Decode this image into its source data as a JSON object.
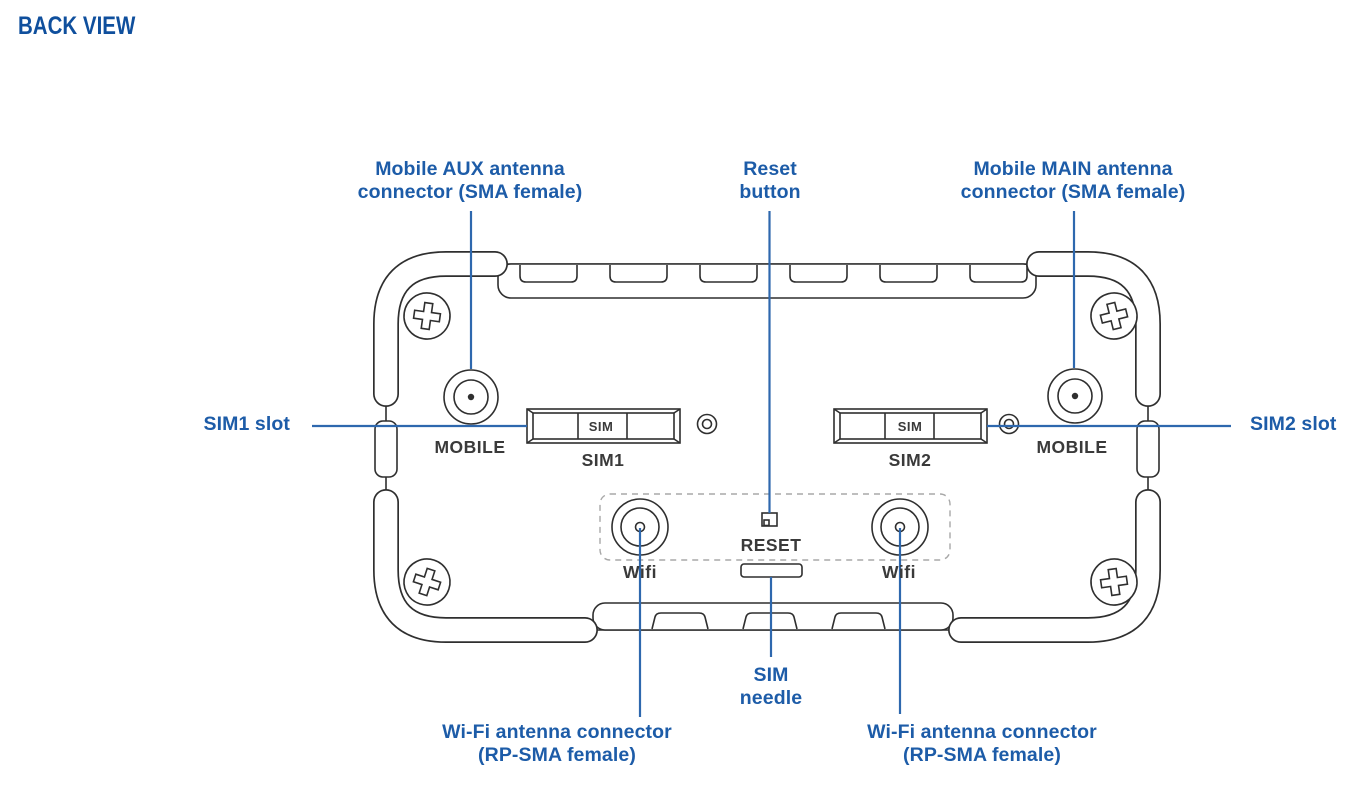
{
  "title": "BACK VIEW",
  "colors": {
    "callout_blue": "#1d5ca8",
    "leader_line_blue": "#2e68ae",
    "title_blue": "#0f4f9d",
    "device_line": "#2f2f2f",
    "device_text": "#3a3a3a",
    "dashed_outline": "#a8a8a8"
  },
  "callouts": {
    "mobile_aux": {
      "line1": "Mobile AUX antenna",
      "line2": "connector (SMA female)"
    },
    "reset": {
      "line1": "Reset",
      "line2": "button"
    },
    "mobile_main": {
      "line1": "Mobile MAIN antenna",
      "line2": "connector (SMA female)"
    },
    "sim1_slot": "SIM1 slot",
    "sim2_slot": "SIM2 slot",
    "sim_needle": {
      "line1": "SIM",
      "line2": "needle"
    },
    "wifi_left": {
      "line1": "Wi-Fi antenna connector",
      "line2": "(RP-SMA female)"
    },
    "wifi_right": {
      "line1": "Wi-Fi antenna connector",
      "line2": "(RP-SMA female)"
    }
  },
  "device_labels": {
    "mobile_left": "MOBILE",
    "mobile_right": "MOBILE",
    "sim_card_left": "SIM",
    "sim_card_right": "SIM",
    "sim1": "SIM1",
    "sim2": "SIM2",
    "reset": "RESET",
    "wifi_left": "Wifi",
    "wifi_right": "Wifi"
  }
}
